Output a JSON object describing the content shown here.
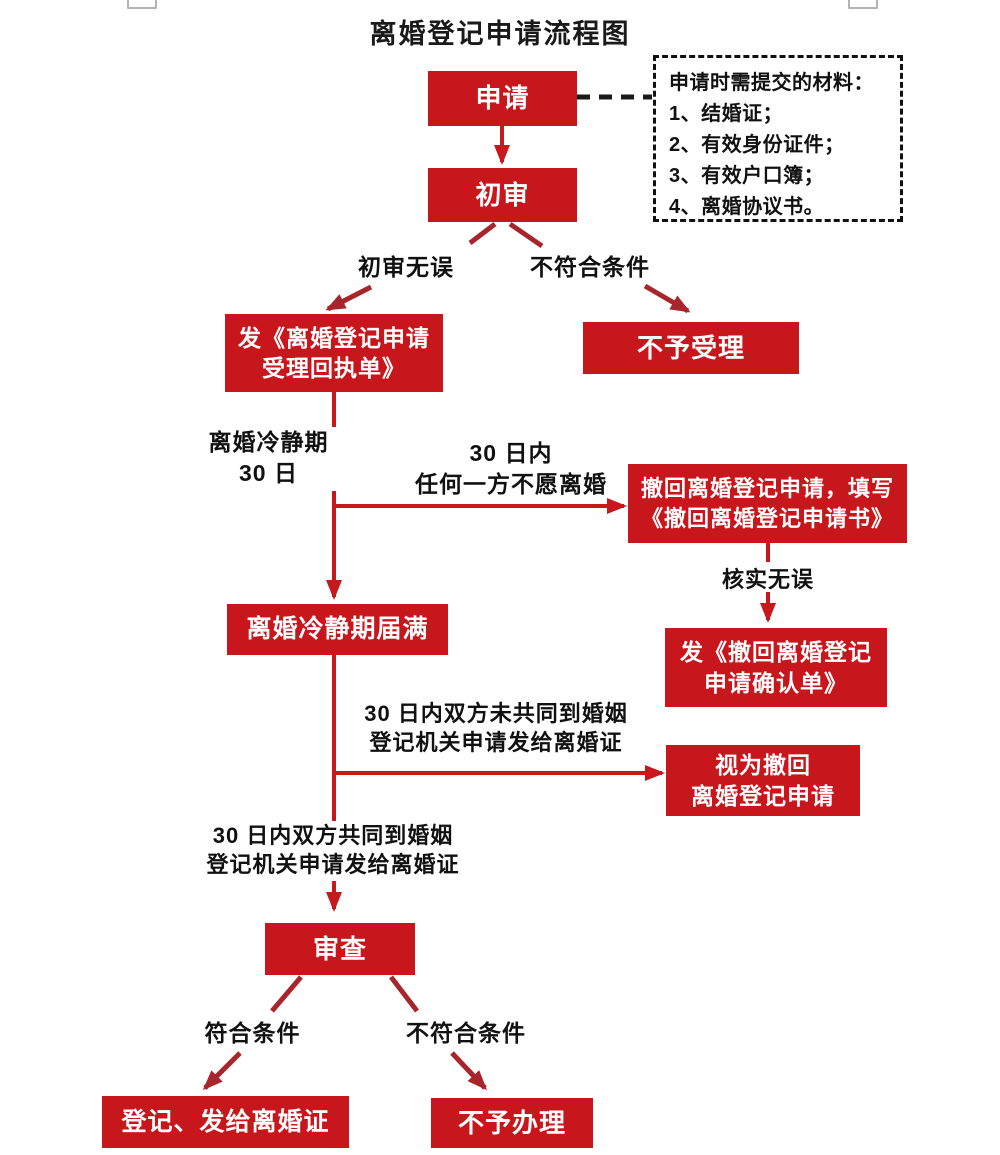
{
  "title": "离婚登记申请流程图",
  "colors": {
    "node_bg": "#c8161d",
    "connector_red": "#c7181e",
    "branch_red": "#a8262b",
    "note_border": "#111111"
  },
  "diagram": {
    "nodes": {
      "apply": "申请",
      "initial_review": "初审",
      "receipt": "发《离婚登记申请\n受理回执单》",
      "not_accepted": "不予受理",
      "withdraw": "撤回离婚登记申请，填写\n《撤回离婚登记申请书》",
      "confirm": "发《撤回离婚登记\n申请确认单》",
      "cooling_expired": "离婚冷静期届满",
      "deemed_withdrawn": "视为撤回\n离婚登记申请",
      "review": "审查",
      "register": "登记、发给离婚证",
      "not_processed": "不予办理"
    },
    "labels": {
      "initial_ok": "初审无误",
      "not_qualified_1": "不符合条件",
      "cooling_period": "离婚冷静期\n30 日",
      "within30_unwilling": "30 日内\n任何一方不愿离婚",
      "verify_ok": "核实无误",
      "within30_not_together": "30 日内双方未共同到婚姻\n登记机关申请发给离婚证",
      "within30_together": "30 日内双方共同到婚姻\n登记机关申请发给离婚证",
      "qualified": "符合条件",
      "not_qualified_2": "不符合条件"
    },
    "note": {
      "lines": [
        "申请时需提交的材料：",
        "1、结婚证；",
        "2、有效身份证件；",
        "3、有效户口簿；",
        "4、离婚协议书。"
      ]
    }
  }
}
